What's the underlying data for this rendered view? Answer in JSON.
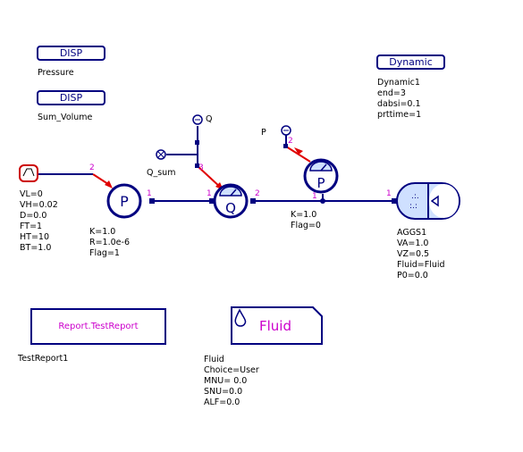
{
  "colors": {
    "wire": "#000080",
    "pin": "#cc00cc",
    "signal": "#e00000",
    "fill": "#cfe0ff"
  },
  "disp_pressure": {
    "button": "DISP",
    "caption": "Pressure"
  },
  "disp_volume": {
    "button": "DISP",
    "caption": "Sum_Volume"
  },
  "dynamic": {
    "button": "Dynamic",
    "params": [
      "Dynamic1",
      "end=3",
      "dabsi=0.1",
      "prttime=1"
    ]
  },
  "source": {
    "params": [
      "VL=0",
      "VH=0.02",
      "D=0.0",
      "FT=1",
      "HT=10",
      "BT=1.0"
    ]
  },
  "pump": {
    "glyph": "P",
    "params": [
      "K=1.0",
      "R=1.0e-6",
      "Flag=1"
    ]
  },
  "flow_sensor": {
    "glyph": "Q",
    "label_q": "Q",
    "label_sum": "Q_sum"
  },
  "pressure_sensor": {
    "glyph": "P",
    "label": "P",
    "params": [
      "K=1.0",
      "Flag=0"
    ]
  },
  "accumulator": {
    "params": [
      "AGGS1",
      "VA=1.0",
      "VZ=0.5",
      "Fluid=Fluid",
      "P0=0.0"
    ]
  },
  "report": {
    "label": "Report.TestReport",
    "caption": "TestReport1"
  },
  "fluid": {
    "label": "Fluid",
    "params": [
      "Fluid",
      "Choice=User",
      "MNU= 0.0",
      "SNU=0.0",
      "ALF=0.0"
    ]
  },
  "pins": {
    "p1": "2",
    "p2": "1",
    "p3": "1",
    "p4": "3",
    "p5": "2",
    "p6": "2",
    "p7": "1",
    "p8": "1"
  }
}
